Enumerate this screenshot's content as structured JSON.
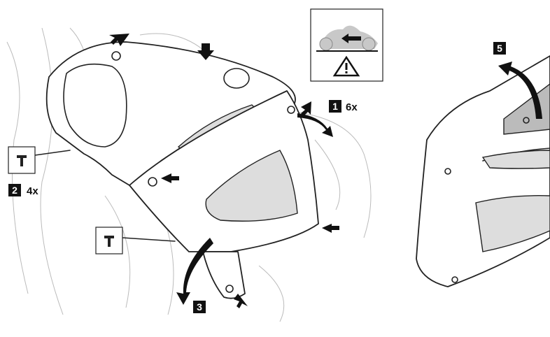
{
  "steps": [
    {
      "number": "1",
      "count": "6x"
    },
    {
      "number": "2",
      "count": "4x"
    },
    {
      "number": "3"
    },
    {
      "number": "5"
    }
  ],
  "icons": [
    "motorcycle-direction-icon",
    "warning-triangle-icon",
    "push-rivet-icon",
    "arrow-icon"
  ],
  "colors": {
    "line": "#222222",
    "badge": "#111111",
    "grille": "#dddddd",
    "bike_icon": "#c8c8c8"
  }
}
